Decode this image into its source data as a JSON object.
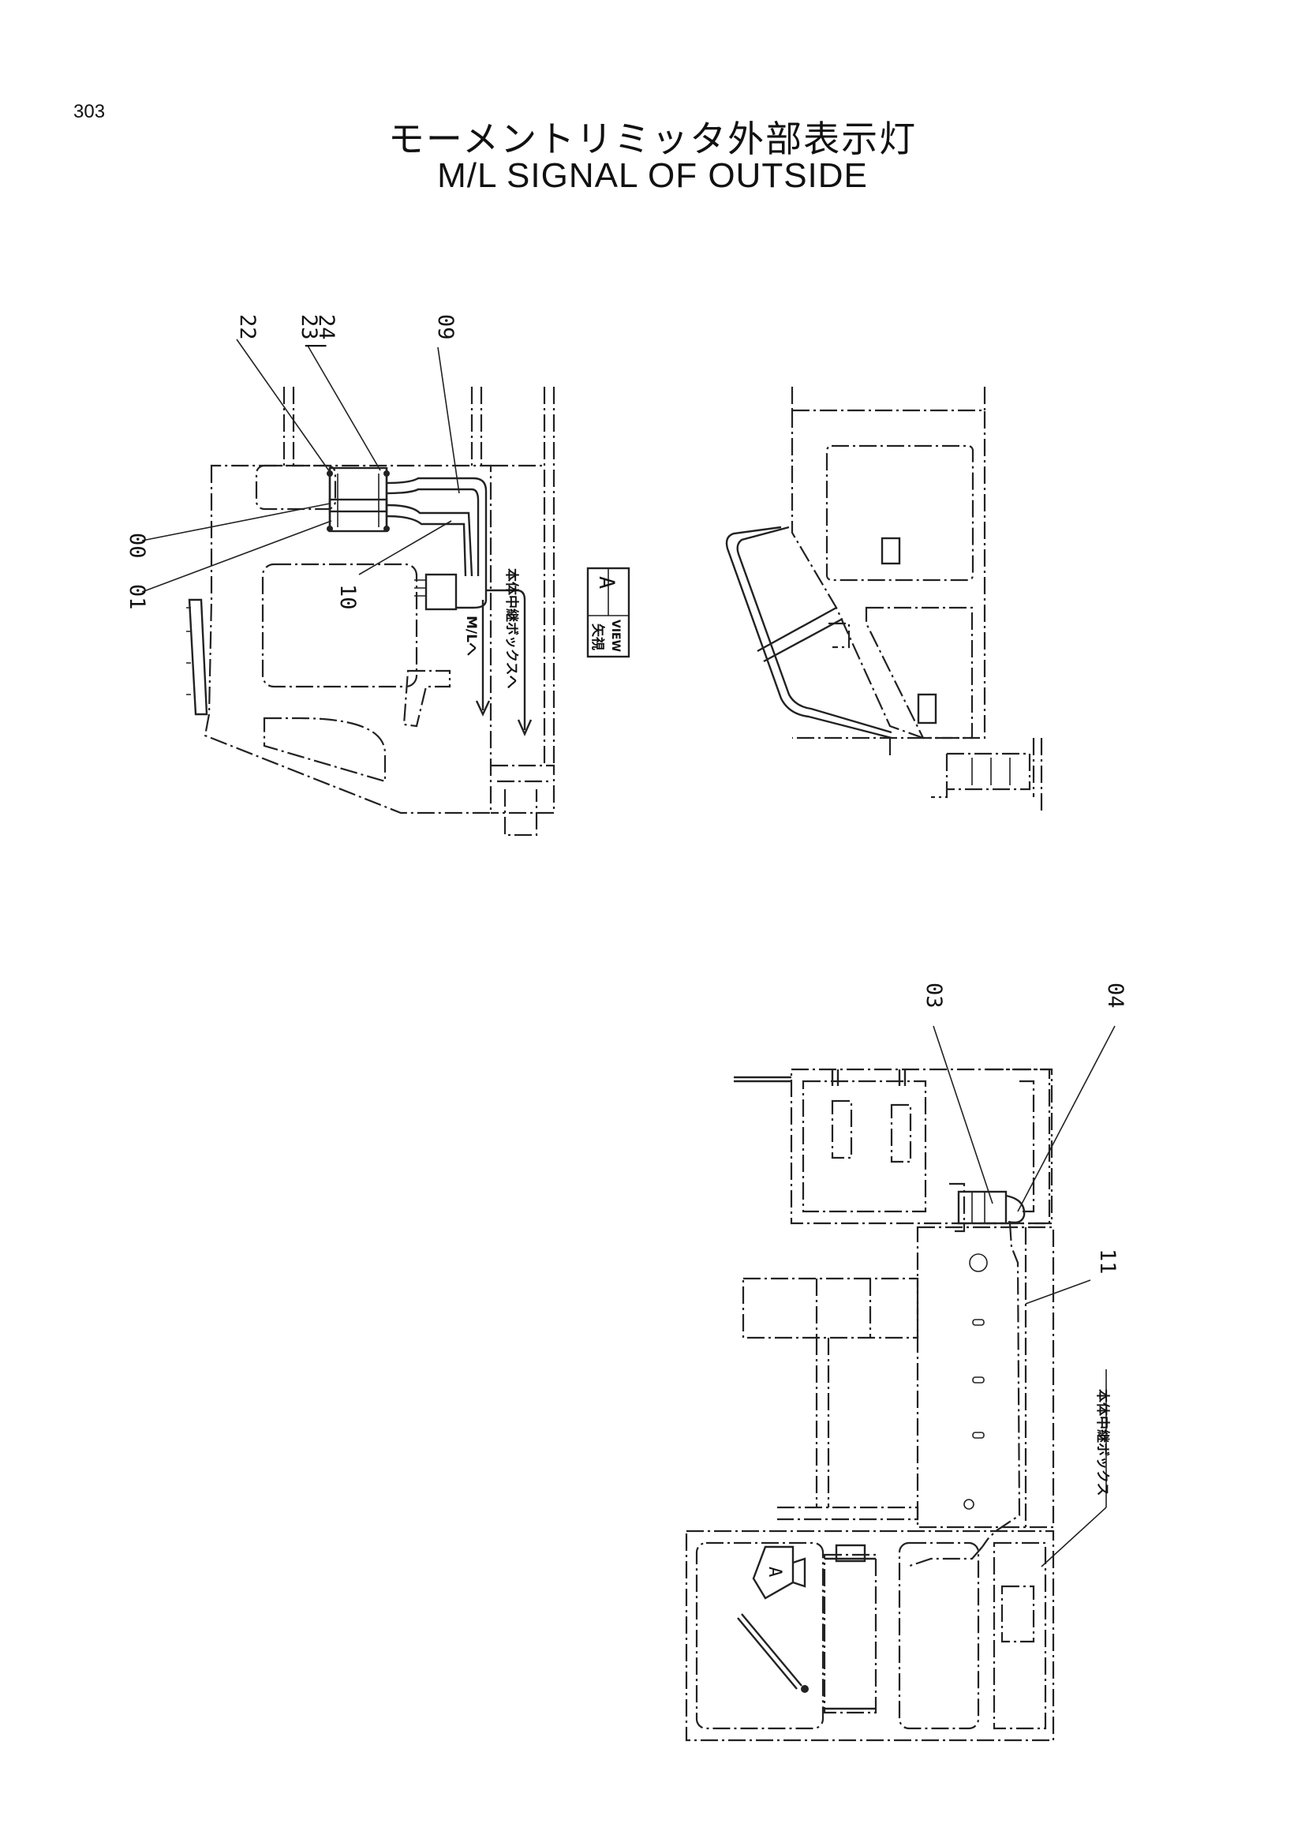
{
  "page": {
    "number": "303"
  },
  "title": {
    "jp": "モーメントリミッタ外部表示灯",
    "en": "M/L SIGNAL OF OUTSIDE"
  },
  "callouts": {
    "c22": "22",
    "c23_24": "23\n|\n24",
    "c23": "23",
    "c24": "24",
    "c09": "09",
    "c00": "00",
    "c01": "01",
    "c10": "10",
    "c03": "03",
    "c04": "04",
    "c11": "11"
  },
  "annotations": {
    "to_ml": "M/Lへ",
    "to_junction_box": "本体中継ボックスへ",
    "junction_box": "本体中継ボックス",
    "view_jp": "矢視",
    "view_en": "VIEW",
    "view_letter": "A",
    "arrow_letter": "A"
  }
}
